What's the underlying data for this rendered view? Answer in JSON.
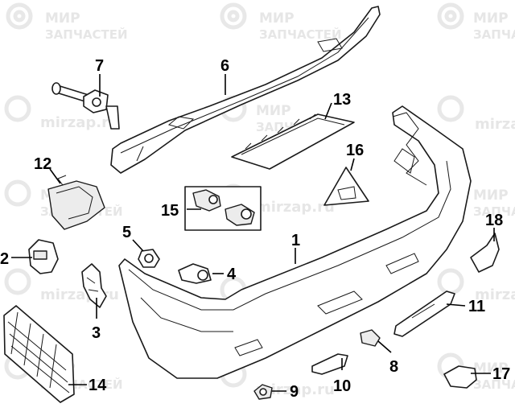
{
  "watermark": {
    "brand_line1": "МИР",
    "brand_line2": "ЗАПЧАСТЕЙ",
    "site": "mirzap.ru"
  },
  "callouts": {
    "c1": "1",
    "c2": "2",
    "c3": "3",
    "c4": "4",
    "c5": "5",
    "c6": "6",
    "c7": "7",
    "c8": "8",
    "c9": "9",
    "c10": "10",
    "c11": "11",
    "c12": "12",
    "c13": "13",
    "c14": "14",
    "c15": "15",
    "c16": "16",
    "c17": "17",
    "c18": "18"
  }
}
